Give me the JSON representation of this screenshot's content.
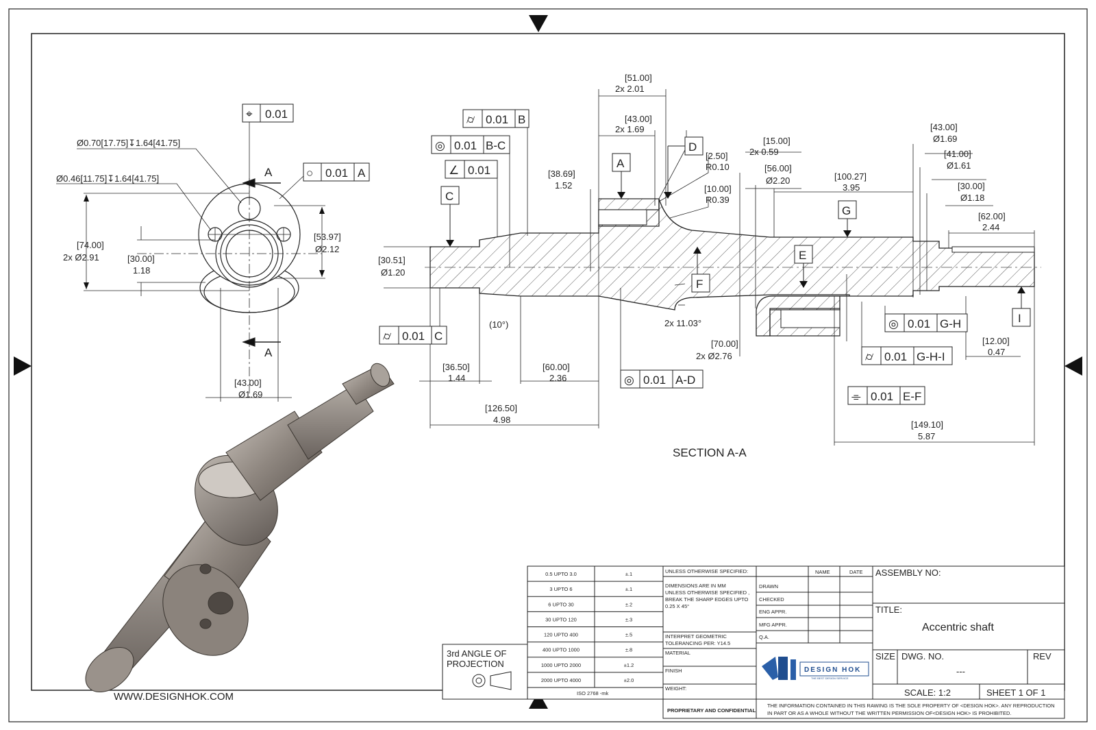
{
  "sheet": {
    "website": "WWW.DESIGNHOK.COM",
    "section_label": "SECTION A-A",
    "cut_letter": "A"
  },
  "left_view": {
    "hole1": "Ø0.70[17.75]↧1.64[41.75]",
    "hole2": "Ø0.46[11.75]↧1.64[41.75]",
    "fcf_position": {
      "symbol": "⌖",
      "value": "0.01"
    },
    "fcf_circ": {
      "symbol": "○",
      "value": "0.01",
      "datum": "A"
    },
    "d74_top": "[74.00]",
    "d74_bot": "2x Ø2.91",
    "d30_top": "[30.00]",
    "d30_bot": "1.18",
    "d5397_top": "[53.97]",
    "d5397_bot": "Ø2.12",
    "d43_top": "[43.00]",
    "d43_bot": "Ø1.69"
  },
  "section": {
    "fcf_cyl_b": {
      "symbol": "⌭",
      "value": "0.01",
      "datum": "B"
    },
    "fcf_conc_bc": {
      "symbol": "◎",
      "value": "0.01",
      "datum": "B-C"
    },
    "fcf_ang": {
      "symbol": "∠",
      "value": "0.01"
    },
    "fcf_cyl_c": {
      "symbol": "⌭",
      "value": "0.01",
      "datum": "C"
    },
    "fcf_conc_ad": {
      "symbol": "◎",
      "value": "0.01",
      "datum": "A-D"
    },
    "fcf_conc_gh": {
      "symbol": "◎",
      "value": "0.01",
      "datum": "G-H"
    },
    "fcf_cyl_ghi": {
      "symbol": "⌭",
      "value": "0.01",
      "datum": "G-H-I"
    },
    "fcf_sym_ef": {
      "symbol": "⌯",
      "value": "0.01",
      "datum": "E-F"
    },
    "datums": {
      "a": "A",
      "c": "C",
      "d": "D",
      "e": "E",
      "f": "F",
      "g": "G",
      "i": "I"
    },
    "d51_top": "[51.00]",
    "d51_bot": "2x 2.01",
    "d43a_top": "[43.00]",
    "d43a_bot": "2x 1.69",
    "d3869_top": "[38.69]",
    "d3869_bot": "1.52",
    "d250_top": "[2.50]",
    "d250_bot": "R0.10",
    "d10_top": "[10.00]",
    "d10_bot": "R0.39",
    "d15_top": "[15.00]",
    "d15_bot": "2x 0.59",
    "d56_top": "[56.00]",
    "d56_bot": "Ø2.20",
    "d10027_top": "[100.27]",
    "d10027_bot": "3.95",
    "d43b_top": "[43.00]",
    "d43b_bot": "Ø1.69",
    "d41_top": "[41.00]",
    "d41_bot": "Ø1.61",
    "d30b_top": "[30.00]",
    "d30b_bot": "Ø1.18",
    "d62_top": "[62.00]",
    "d62_bot": "2.44",
    "d3051_top": "[30.51]",
    "d3051_bot": "Ø1.20",
    "angle10": "(10°)",
    "angle1103": "2x 11.03°",
    "d70_top": "[70.00]",
    "d70_bot": "2x Ø2.76",
    "d12_top": "[12.00]",
    "d12_bot": "0.47",
    "d3650_top": "[36.50]",
    "d3650_bot": "1.44",
    "d60_top": "[60.00]",
    "d60_bot": "2.36",
    "d12650_top": "[126.50]",
    "d12650_bot": "4.98",
    "d14910_top": "[149.10]",
    "d14910_bot": "5.87"
  },
  "tolerance_table": {
    "rows": [
      {
        "range": "0.5 UPTO 3.0",
        "tol": "±.1"
      },
      {
        "range": "3 UPTO 6",
        "tol": "±.1"
      },
      {
        "range": "6 UPTO 30",
        "tol": "±.2"
      },
      {
        "range": "30 UPTO 120",
        "tol": "±.3"
      },
      {
        "range": "120 UPTO 400",
        "tol": "±.5"
      },
      {
        "range": "400 UPTO 1000",
        "tol": "±.8"
      },
      {
        "range": "1000 UPTO 2000",
        "tol": "±1.2"
      },
      {
        "range": "2000 UPTO 4000",
        "tol": "±2.0"
      }
    ],
    "standard": "ISO 2768 -mk"
  },
  "projection": {
    "line1": "3rd ANGLE OF",
    "line2": "PROJECTION"
  },
  "notes": {
    "unless": "UNLESS OTHERWISE SPECIFIED:",
    "dims1": "DIMENSIONS ARE IN MM",
    "dims2": "UNLESS OTHERWISE SPECIFIED ,",
    "dims3": "BREAK THE SHARP EDGES UPTO",
    "dims4": "0.25 X 45°",
    "interp1": "INTERPRET GEOMETRIC",
    "interp2": "TOLERANCING PER: Y14.5",
    "material": "MATERIAL",
    "finish": "FINISH",
    "weight": "WEIGHT:",
    "proprietary": "PROPRIETARY AND CONFIDENTIAL"
  },
  "signoff": {
    "name_head": "NAME",
    "date_head": "DATE",
    "rows": [
      "DRAWN",
      "CHECKED",
      "ENG APPR.",
      "MFG APPR.",
      "Q.A."
    ]
  },
  "title_block": {
    "assembly_label": "ASSEMBLY NO:",
    "title_label": "TITLE:",
    "title_value": "Accentric shaft",
    "size_label": "SIZE",
    "dwg_label": "DWG.  NO.",
    "dwg_value": "---",
    "rev_label": "REV",
    "scale": "SCALE: 1:2",
    "sheet": "SHEET 1 OF 1",
    "logo_text": "DESIGN HOK",
    "logo_tagline": "THE BEST DESIGN SERVICE",
    "disclaimer1": "THE INFORMATION CONTAINED IN THIS RAWING IS THE SOLE PROPERTY OF <DESIGN HOK>.  ANY REPRODUCTION",
    "disclaimer2": "IN PART OR AS A WHOLE WITHOUT THE WRITTEN PERMISSION OF<DESIGN HOK> IS PROHIBITED."
  }
}
